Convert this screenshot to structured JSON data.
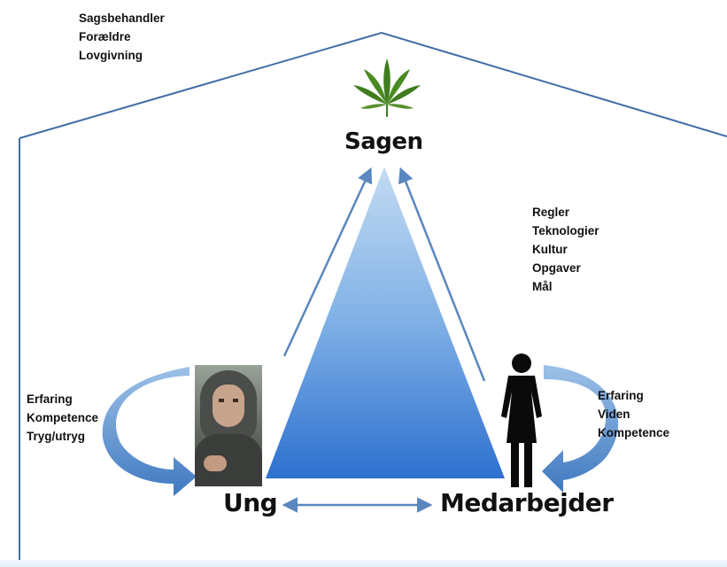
{
  "house_factors": [
    "Sagsbehandler",
    "Forældre",
    "Lovgivning"
  ],
  "sagen_factors": [
    "Regler",
    "Teknologier",
    "Kultur",
    "Opgaver",
    "Mål"
  ],
  "ung_factors": [
    "Erfaring",
    "Kompetence",
    "Tryg/utryg"
  ],
  "medarbejder_factors": [
    "Erfaring",
    "Viden",
    "Kompetence"
  ],
  "labels": {
    "top": "Sagen",
    "left": "Ung",
    "right": "Medarbejder"
  },
  "icons": {
    "top": "cannabis-leaf-icon",
    "left": "young-person-photo",
    "right": "woman-figure-icon",
    "loops": "curved-arrow-icon"
  },
  "colors": {
    "house_line": "#3f6ea8",
    "triangle_top": "#bcd6f0",
    "triangle_bottom": "#2f73d0",
    "arrow": "#5a87bf",
    "loop_arrow": "#4f86c6",
    "leaf": "#3f7d1e"
  }
}
